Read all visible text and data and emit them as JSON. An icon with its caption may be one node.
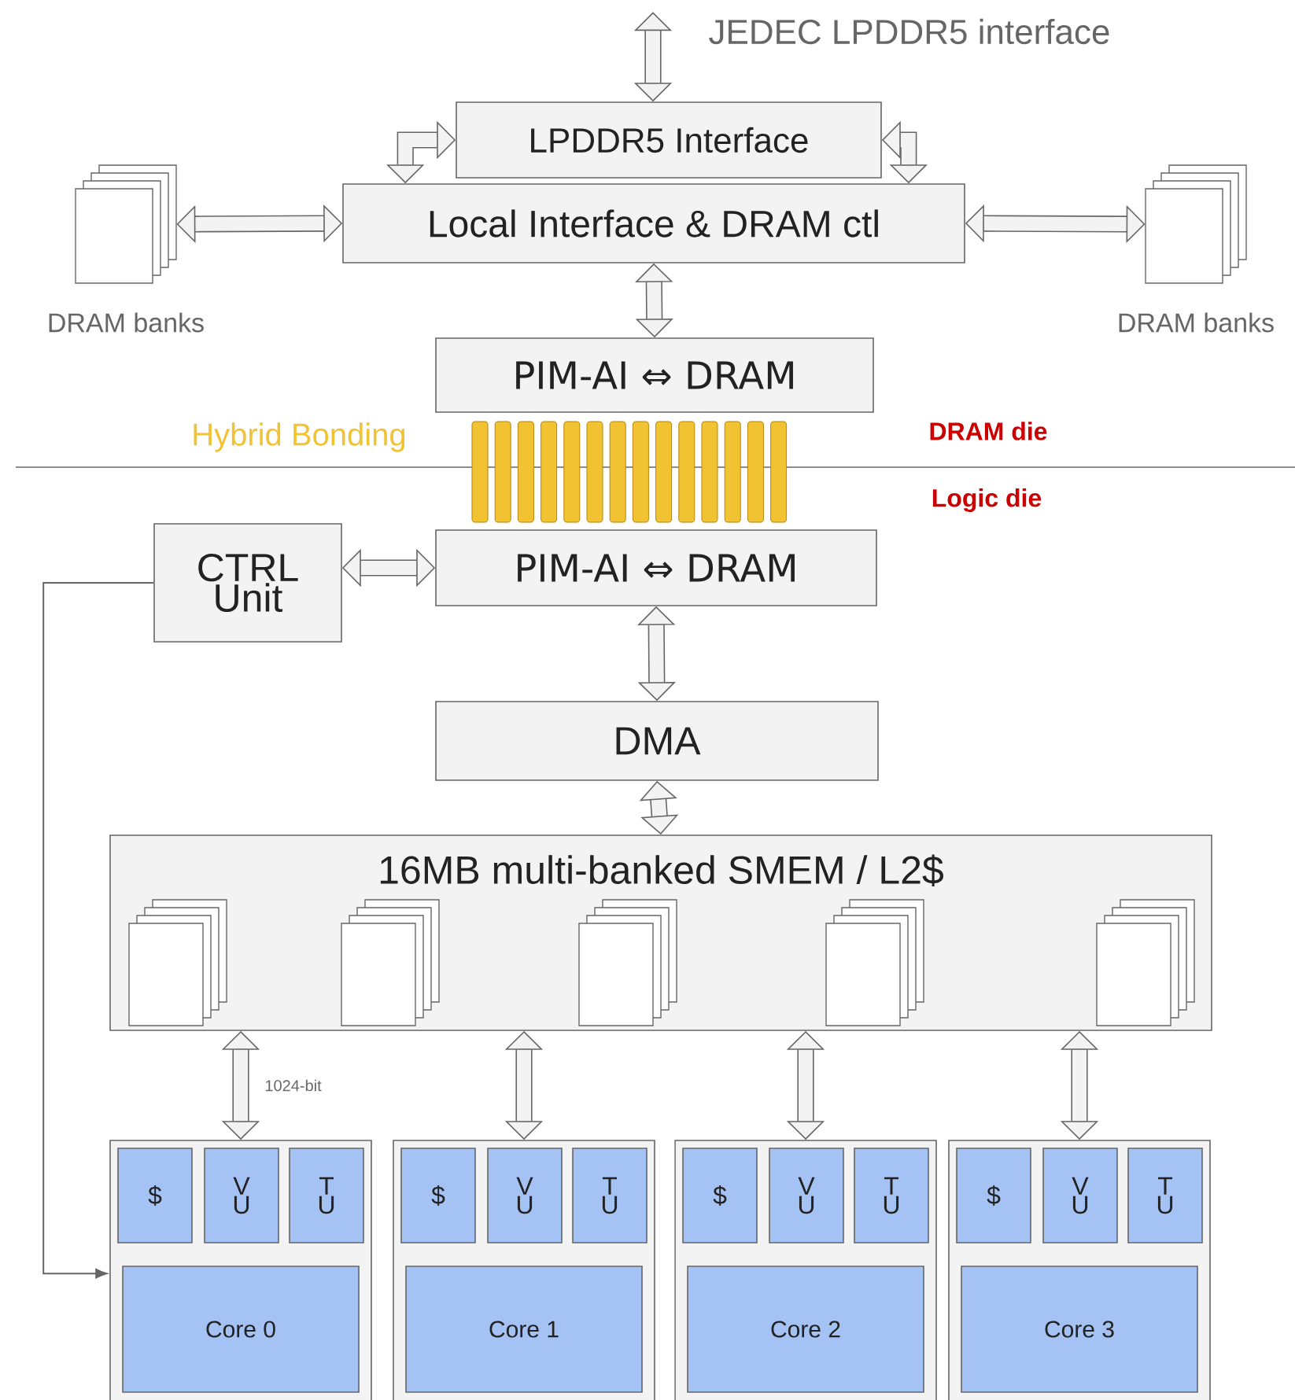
{
  "diagram": {
    "nodes": [
      {
        "text": [
          "LPDDR5 Interface"
        ]
      },
      {
        "text": [
          "Local Interface & DRAM ctl"
        ]
      },
      {
        "text": [],
        "shape": "box",
        "beside": [
          "DRAM banks"
        ]
      },
      {
        "text": [],
        "shape": "box",
        "beside": [
          "DRAM banks"
        ]
      },
      {
        "text": [
          "PIM-AI ⇔ DRAM"
        ]
      },
      {
        "text": [
          "CTRL Unit"
        ]
      },
      {
        "text": [
          "PIM-AI ⇔ DRAM"
        ]
      },
      {
        "text": [
          "DMA"
        ]
      },
      {
        "text": [
          "16MB multi-banked SMEM / L2$"
        ]
      },
      {
        "text": [],
        "shape": "box",
        "in": 8
      },
      {
        "text": [],
        "shape": "box",
        "in": 8
      },
      {
        "text": [],
        "shape": "box",
        "in": 8
      },
      {
        "text": [],
        "shape": "box",
        "in": 8
      },
      {
        "text": [],
        "shape": "box",
        "in": 8
      },
      {
        "text": [],
        "shape": "box"
      },
      {
        "text": [
          "$"
        ],
        "in": 14
      },
      {
        "text": [
          "V U"
        ],
        "in": 14
      },
      {
        "text": [
          "T U"
        ],
        "in": 14
      },
      {
        "text": [
          "Core 0"
        ],
        "in": 14
      },
      {
        "text": [],
        "shape": "box"
      },
      {
        "text": [
          "$"
        ],
        "in": 19
      },
      {
        "text": [
          "V U"
        ],
        "in": 19
      },
      {
        "text": [
          "T U"
        ],
        "in": 19
      },
      {
        "text": [
          "Core 1"
        ],
        "in": 19
      },
      {
        "text": [],
        "shape": "box"
      },
      {
        "text": [
          "$"
        ],
        "in": 24
      },
      {
        "text": [
          "V U"
        ],
        "in": 24
      },
      {
        "text": [
          "T U"
        ],
        "in": 24
      },
      {
        "text": [
          "Core 2"
        ],
        "in": 24
      },
      {
        "text": [],
        "shape": "box"
      },
      {
        "text": [
          "$"
        ],
        "in": 29
      },
      {
        "text": [
          "V U"
        ],
        "in": 29
      },
      {
        "text": [
          "T U"
        ],
        "in": 29
      },
      {
        "text": [
          "Core 3"
        ],
        "in": 29
      }
    ],
    "edges": [
      {
        "from": null,
        "to": 0,
        "arrow": "both",
        "label": "JEDEC LPDDR5 interface"
      },
      {
        "from": 0,
        "to": 1,
        "arrow": "both"
      },
      {
        "from": 0,
        "to": 1,
        "arrow": "both"
      },
      {
        "from": 2,
        "to": 1,
        "arrow": "both"
      },
      {
        "from": 1,
        "to": 3,
        "arrow": "both"
      },
      {
        "from": 1,
        "to": 4,
        "arrow": "both"
      },
      {
        "from": 5,
        "to": 6,
        "arrow": "both"
      },
      {
        "from": 6,
        "to": 7,
        "arrow": "both"
      },
      {
        "from": 7,
        "to": 8,
        "arrow": "both"
      },
      {
        "from": 8,
        "to": 14,
        "arrow": "both",
        "label": "1024-bit"
      },
      {
        "from": 8,
        "to": 19,
        "arrow": "both"
      },
      {
        "from": 8,
        "to": 24,
        "arrow": "both"
      },
      {
        "from": 8,
        "to": 29,
        "arrow": "both"
      },
      {
        "from": 5,
        "to": 14,
        "arrow": "to"
      }
    ],
    "labels": [
      "Hybrid Bonding",
      "DRAM die",
      "Logic die"
    ]
  }
}
